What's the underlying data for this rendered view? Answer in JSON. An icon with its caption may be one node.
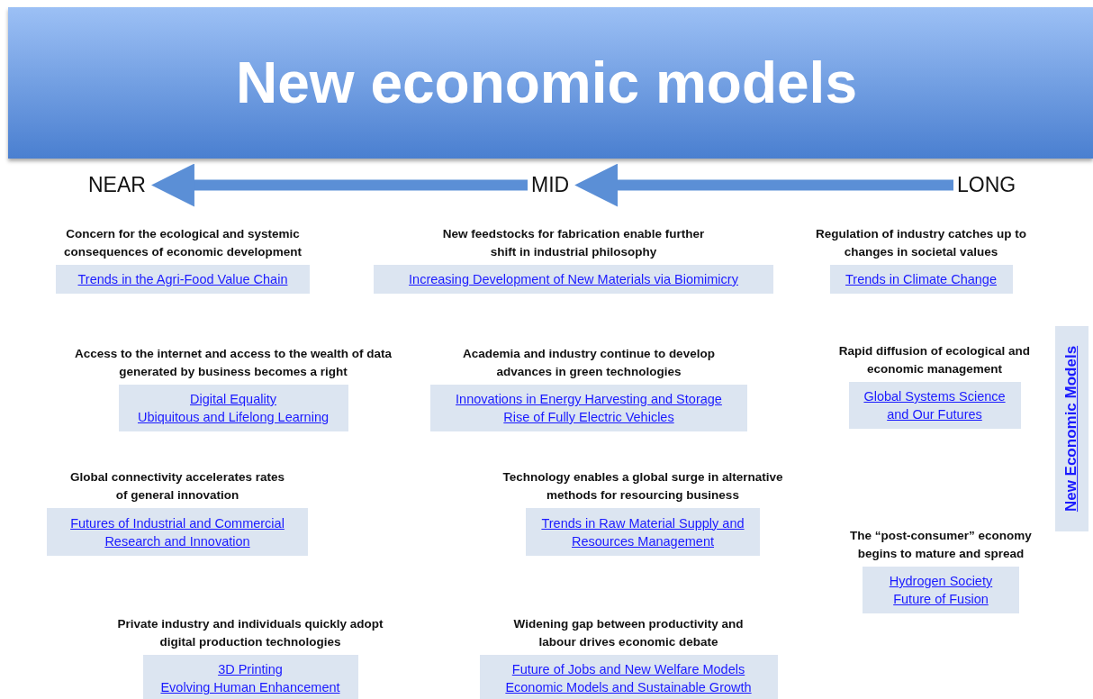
{
  "diagram": {
    "title": "New economic models",
    "nodes": [
      {
        "text": [
          "NEAR"
        ]
      },
      {
        "text": [
          "MID"
        ]
      },
      {
        "text": [
          "LONG"
        ]
      },
      {
        "text": [
          "Concern for the ecological and systemic consequences of economic development",
          "Trends in the Agri-Food Value Chain"
        ]
      },
      {
        "text": [
          "New feedstocks for fabrication enable further shift in industrial philosophy",
          "Increasing Development of New Materials via Biomimicry"
        ]
      },
      {
        "text": [
          "Regulation of industry catches up to changes in societal values",
          "Trends in Climate Change"
        ]
      },
      {
        "text": [
          "Access to the internet and access to the wealth of data generated by business becomes a right",
          "Digital Equality",
          "Ubiquitous and Lifelong Learning"
        ]
      },
      {
        "text": [
          "Academia and industry continue to develop advances in green technologies",
          "Innovations in Energy Harvesting and Storage",
          "Rise of Fully Electric Vehicles"
        ]
      },
      {
        "text": [
          "Rapid diffusion of ecological and economic management",
          "Global Systems Science and Our Futures"
        ]
      },
      {
        "text": [
          "Global connectivity accelerates rates of general innovation",
          "Futures of Industrial and Commercial Research and Innovation"
        ]
      },
      {
        "text": [
          "Technology enables a global surge in alternative methods for resourcing business",
          "Trends in Raw Material Supply and Resources Management"
        ]
      },
      {
        "text": [
          "The “post-consumer” economy begins to mature and spread",
          "Hydrogen Society",
          "Future of Fusion"
        ]
      },
      {
        "text": [
          "Private industry and individuals quickly adopt digital production technologies",
          "3D Printing",
          "Evolving Human Enhancement"
        ]
      },
      {
        "text": [
          "Widening gap between productivity and labour drives economic debate",
          "Future of Jobs and New Welfare Models",
          "Economic Models and Sustainable Growth"
        ]
      },
      {
        "text": [
          "New Economic Models"
        ]
      }
    ],
    "edges": [
      {
        "from": 2,
        "to": 1,
        "arrow": "to"
      },
      {
        "from": 1,
        "to": 0,
        "arrow": "to"
      }
    ]
  }
}
